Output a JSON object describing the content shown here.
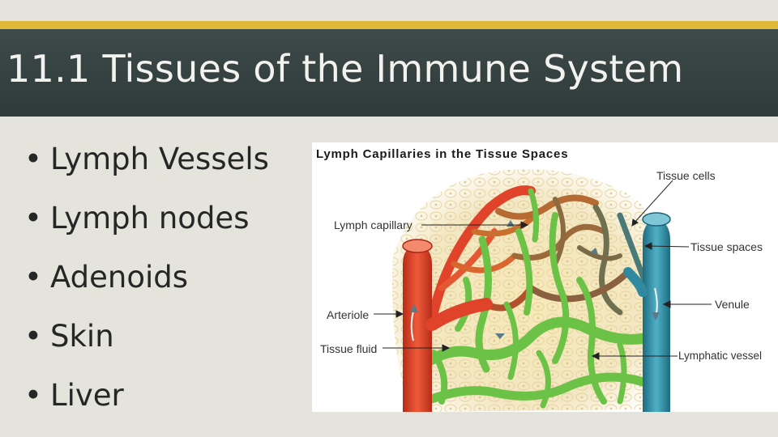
{
  "slide": {
    "title": "11.1 Tissues of the Immune System",
    "bullet_char": "•",
    "bullets": [
      "Lymph Vessels",
      "Lymph nodes",
      "Adenoids",
      "Skin",
      "Liver"
    ]
  },
  "figure": {
    "title": "Lymph Capillaries in the Tissue Spaces",
    "labels": {
      "tissue_cells": "Tissue cells",
      "lymph_capillary": "Lymph capillary",
      "tissue_spaces": "Tissue spaces",
      "venule": "Venule",
      "arteriole": "Arteriole",
      "tissue_fluid": "Tissue fluid",
      "lymphatic_vessel": "Lymphatic vessel"
    }
  },
  "colors": {
    "title_band": "#344140",
    "accent": "#e0b93a",
    "background": "#e4e4dc",
    "arteriole": "#e0432a",
    "venule": "#2f8aa0",
    "lymph": "#6cc247"
  }
}
